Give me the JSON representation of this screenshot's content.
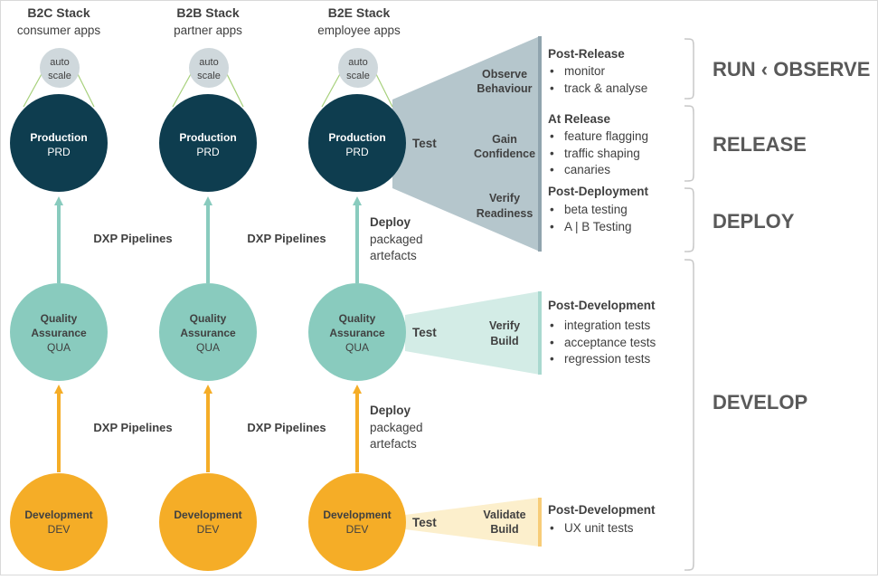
{
  "stacks": [
    {
      "title": "B2C Stack",
      "subtitle": "consumer apps"
    },
    {
      "title": "B2B Stack",
      "subtitle": "partner apps"
    },
    {
      "title": "B2E Stack",
      "subtitle": "employee apps"
    }
  ],
  "nodes": {
    "production": {
      "title": "Production",
      "code": "PRD"
    },
    "quality": {
      "line1": "Quality",
      "line2": "Assurance",
      "code": "QUA"
    },
    "development": {
      "title": "Development",
      "code": "DEV"
    },
    "autoscale": {
      "line1": "auto",
      "line2": "scale"
    }
  },
  "pipelines": {
    "label": "DXP Pipelines"
  },
  "deploy": {
    "line1": "Deploy",
    "line2": "packaged",
    "line3": "artefacts"
  },
  "test_label": "Test",
  "funnels": {
    "prd": [
      {
        "line1": "Observe",
        "line2": "Behaviour"
      },
      {
        "line1": "Gain",
        "line2": "Confidence"
      },
      {
        "line1": "Verify",
        "line2": "Readiness"
      }
    ],
    "qua": {
      "line1": "Verify",
      "line2": "Build"
    },
    "dev": {
      "line1": "Validate",
      "line2": "Build"
    }
  },
  "phases": {
    "post_release": {
      "title": "Post-Release",
      "items": [
        "monitor",
        "track & analyse"
      ]
    },
    "at_release": {
      "title": "At Release",
      "items": [
        "feature flagging",
        "traffic shaping",
        "canaries"
      ]
    },
    "post_deployment": {
      "title": "Post-Deployment",
      "items": [
        "beta testing",
        "A | B Testing"
      ]
    },
    "post_development_qua": {
      "title": "Post-Development",
      "items": [
        "integration tests",
        "acceptance tests",
        "regression tests"
      ]
    },
    "post_development_dev": {
      "title": "Post-Development",
      "items": [
        "UX unit tests"
      ]
    }
  },
  "bullet": "•",
  "stages": {
    "run": "RUN ‹ OBSERVE",
    "release": "RELEASE",
    "deploy": "DEPLOY",
    "develop": "DEVELOP"
  },
  "colors": {
    "production": "#0e3d4f",
    "quality": "#89cbbe",
    "development": "#f5ad27",
    "autoscale": "#cfd8dc",
    "prd_funnel": "#b5c6cc",
    "qua_funnel": "#d3ece6",
    "dev_funnel": "#fcefcc",
    "text": "#404040",
    "stage_text": "#595959",
    "bracket": "#c8c8c8"
  }
}
